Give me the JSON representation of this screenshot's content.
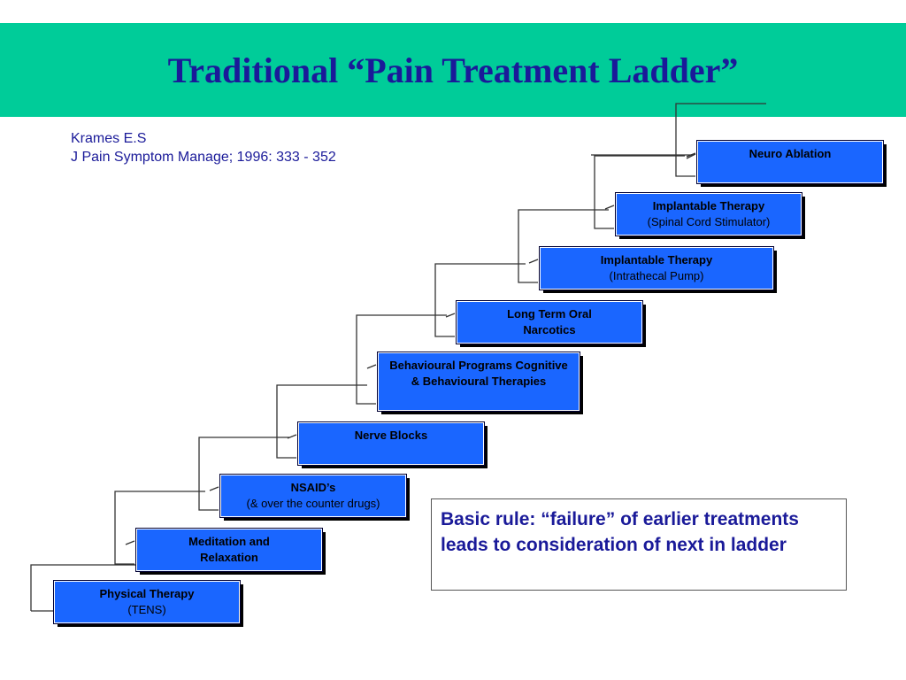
{
  "title": "Traditional “Pain Treatment Ladder”",
  "citation": {
    "author": "Krames E.S",
    "journal": "J Pain Symptom Manage; 1996: 333 - 352"
  },
  "ladder": [
    {
      "label": "Physical Therapy",
      "sub": "(TENS)"
    },
    {
      "label": "Meditation and Relaxation",
      "sub": ""
    },
    {
      "label": "NSAID’s",
      "sub": "(& over the counter drugs)"
    },
    {
      "label": "Nerve Blocks",
      "sub": ""
    },
    {
      "label": "Behavioural Programs Cognitive & Behavioural Therapies",
      "sub": ""
    },
    {
      "label": "Long Term Oral Narcotics",
      "sub": ""
    },
    {
      "label": "Implantable Therapy",
      "sub": "(Intrathecal Pump)"
    },
    {
      "label": "Implantable Therapy",
      "sub": "(Spinal Cord Stimulator)"
    },
    {
      "label": "Neuro Ablation",
      "sub": ""
    }
  ],
  "rule": "Basic rule: “failure” of earlier treatments leads to consideration of next in ladder",
  "colors": {
    "title_bar": "#00cc99",
    "title_text": "#1a1a99",
    "step_fill": "#1a66ff"
  }
}
